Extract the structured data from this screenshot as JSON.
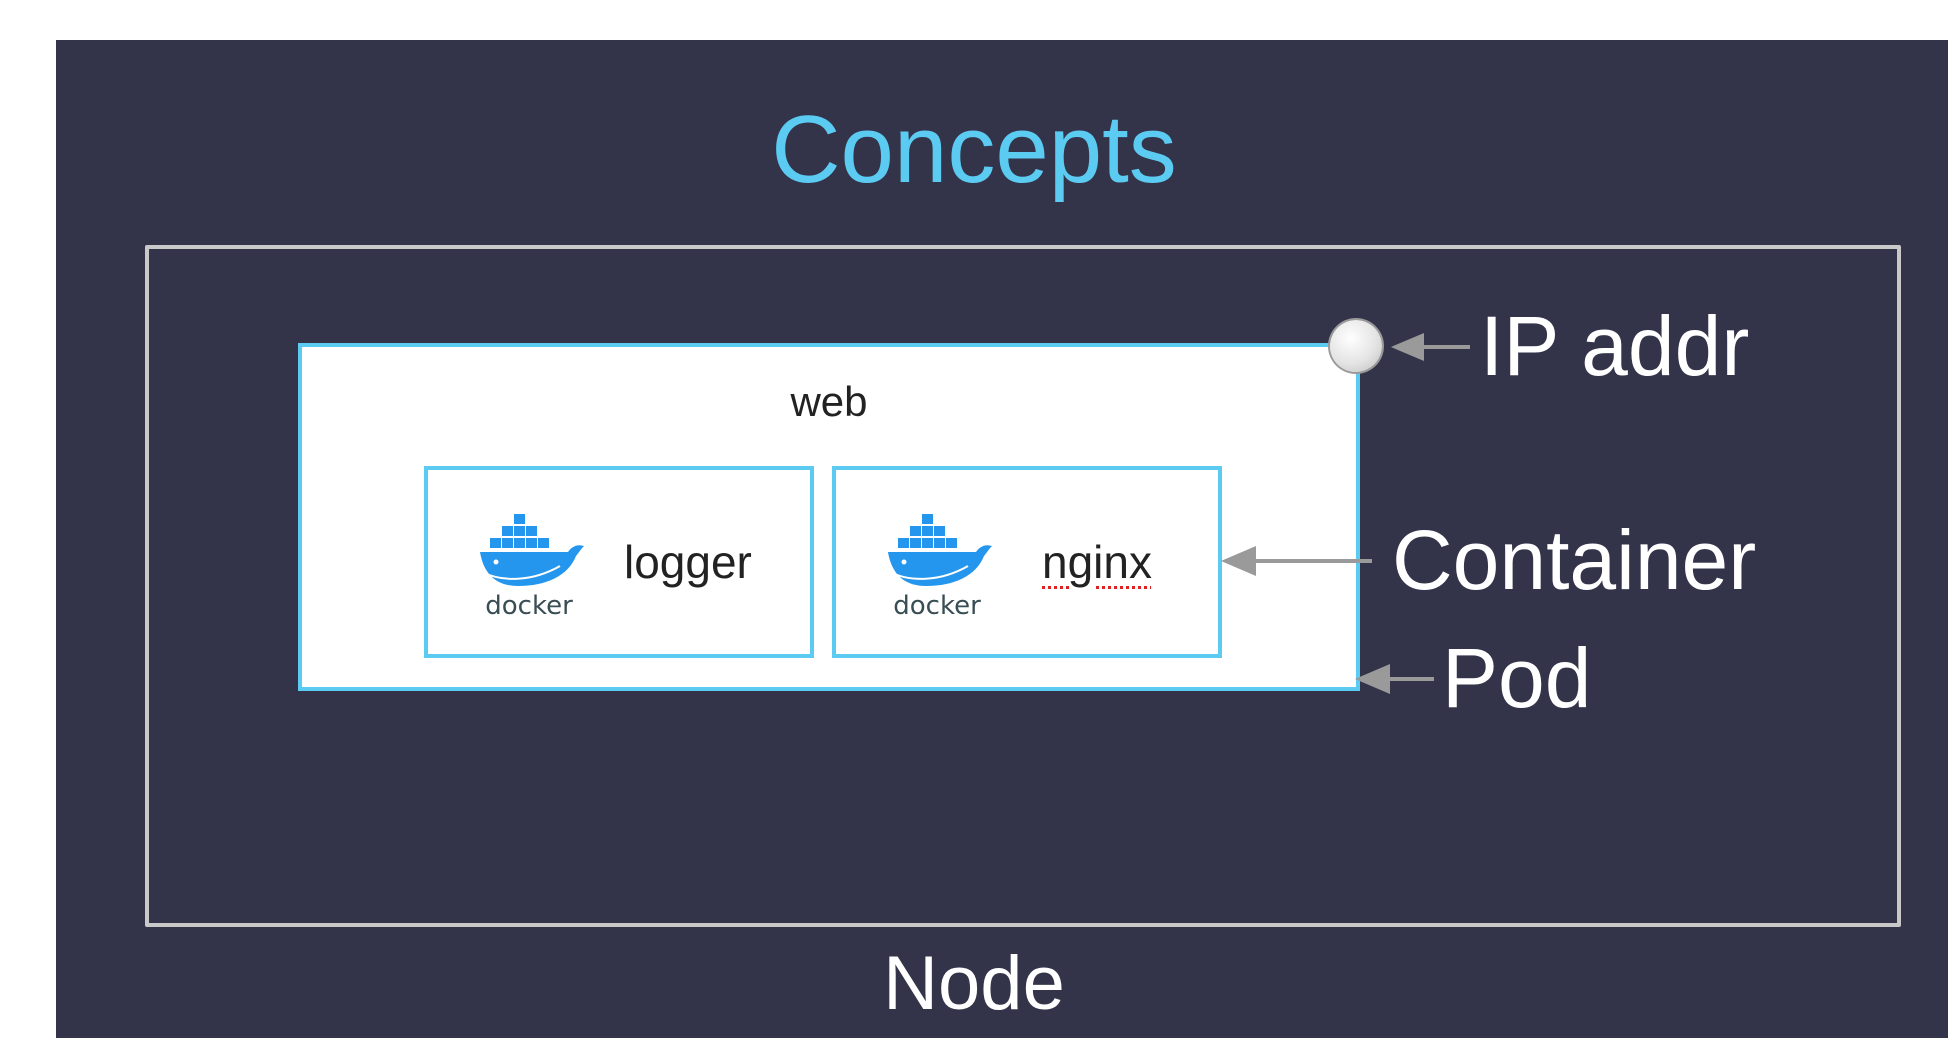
{
  "diagram": {
    "title": "Concepts",
    "node_label": "Node",
    "pod_name": "web",
    "containers": [
      {
        "name": "logger",
        "logo_text": "docker"
      },
      {
        "name": "nginx",
        "logo_text": "docker"
      }
    ],
    "callouts": {
      "ip": "IP addr",
      "container": "Container",
      "pod": "Pod"
    },
    "colors": {
      "background": "#33334a",
      "accent": "#5ccbf2",
      "node_border": "#c9c9c9",
      "arrow": "#9a9a9a",
      "docker_blue": "#2496ed",
      "spellcheck": "#e02020"
    }
  }
}
